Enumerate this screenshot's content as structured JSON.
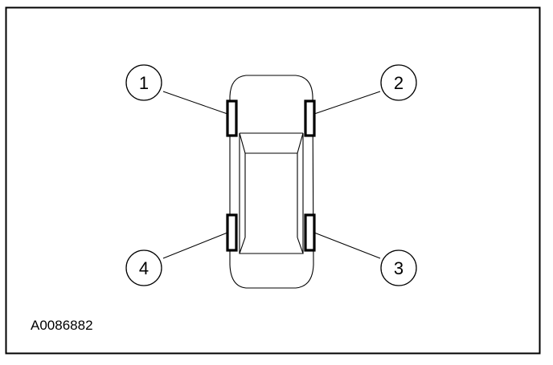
{
  "diagram": {
    "figure_id": "A0086882",
    "callouts": [
      {
        "label": "1",
        "position": "front-left-wheel"
      },
      {
        "label": "2",
        "position": "front-right-wheel"
      },
      {
        "label": "3",
        "position": "rear-right-wheel"
      },
      {
        "label": "4",
        "position": "rear-left-wheel"
      }
    ]
  }
}
